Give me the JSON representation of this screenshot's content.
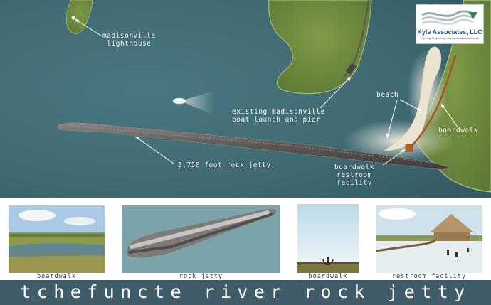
{
  "map": {
    "labels": {
      "lighthouse_line1": "madisonville",
      "lighthouse_line2": "lighthouse",
      "boat_launch_line1": "existing madisonville",
      "boat_launch_line2": "boat launch and pier",
      "beach": "beach",
      "boardwalk": "boardwalk",
      "jetty": "3,750 foot rock jetty",
      "restroom_line1": "boardwalk",
      "restroom_line2": "restroom",
      "restroom_line3": "facility"
    },
    "colors": {
      "water": "#3f6a72",
      "land": "#6f8a3e",
      "jetty": "#5f5a58",
      "boardwalk": "#a8561e",
      "sand": "#ece4d2"
    }
  },
  "logo": {
    "name": "Kyle Associates, LLC",
    "tagline": "Planning, Engineering, and Landscape Architecture"
  },
  "thumbnails": [
    {
      "caption": "boardwalk"
    },
    {
      "caption": "rock jetty"
    },
    {
      "caption": "boardwalk"
    },
    {
      "caption": "restroom facility"
    }
  ],
  "title": "tchefuncte river rock jetty"
}
